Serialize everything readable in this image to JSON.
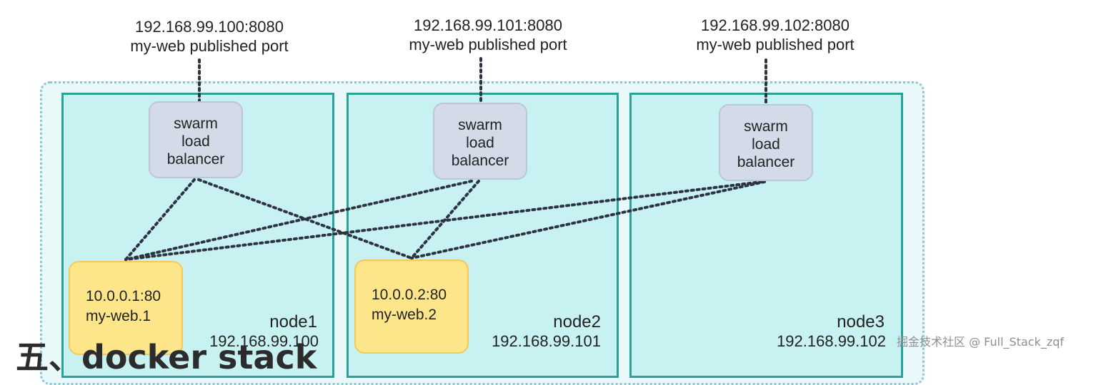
{
  "published_ports": [
    {
      "address": "192.168.99.100:8080",
      "caption": "my-web published port"
    },
    {
      "address": "192.168.99.101:8080",
      "caption": "my-web published port"
    },
    {
      "address": "192.168.99.102:8080",
      "caption": "my-web published port"
    }
  ],
  "load_balancers": [
    {
      "line1": "swarm",
      "line2": "load",
      "line3": "balancer"
    },
    {
      "line1": "swarm",
      "line2": "load",
      "line3": "balancer"
    },
    {
      "line1": "swarm",
      "line2": "load",
      "line3": "balancer"
    }
  ],
  "containers": [
    {
      "address": "10.0.0.1:80",
      "name": "my-web.1"
    },
    {
      "address": "10.0.0.2:80",
      "name": "my-web.2"
    }
  ],
  "nodes": [
    {
      "name": "node1",
      "ip": "192.168.99.100"
    },
    {
      "name": "node2",
      "ip": "192.168.99.101"
    },
    {
      "name": "node3",
      "ip": "192.168.99.102"
    }
  ],
  "heading": "五、docker stack",
  "watermark": "掘金技术社区 @ Full_Stack_zqf",
  "colors": {
    "node_fill": "#c8f1f1",
    "node_border": "#2aa19a",
    "load_balancer_fill": "#d3dbe8",
    "container_fill": "#fde68a",
    "cluster_border": "#8fc3d6"
  }
}
